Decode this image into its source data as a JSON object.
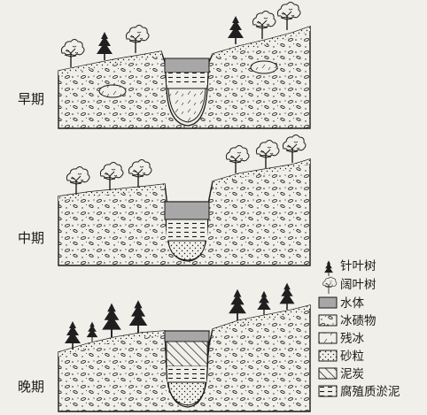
{
  "stages": [
    {
      "id": "early",
      "label": "早期"
    },
    {
      "id": "middle",
      "label": "中期"
    },
    {
      "id": "late",
      "label": "晚期"
    }
  ],
  "legend": [
    {
      "key": "conifer",
      "label": "针叶树",
      "symbol": "conifer-icon"
    },
    {
      "key": "broadleaf",
      "label": "阔叶树",
      "symbol": "broadleaf-icon"
    },
    {
      "key": "water",
      "label": "水体",
      "symbol": "water-swatch"
    },
    {
      "key": "till",
      "label": "冰碛物",
      "symbol": "till-swatch"
    },
    {
      "key": "dead-ice",
      "label": "残冰",
      "symbol": "dead-ice-swatch"
    },
    {
      "key": "sand",
      "label": "砂粒",
      "symbol": "sand-swatch"
    },
    {
      "key": "peat",
      "label": "泥炭",
      "symbol": "peat-swatch"
    },
    {
      "key": "sapropel",
      "label": "腐殖质淤泥",
      "symbol": "sapropel-swatch"
    }
  ],
  "colors": {
    "ink": "#1a1a1a",
    "water": "#a7a7a7",
    "paper": "#f1efe9"
  }
}
